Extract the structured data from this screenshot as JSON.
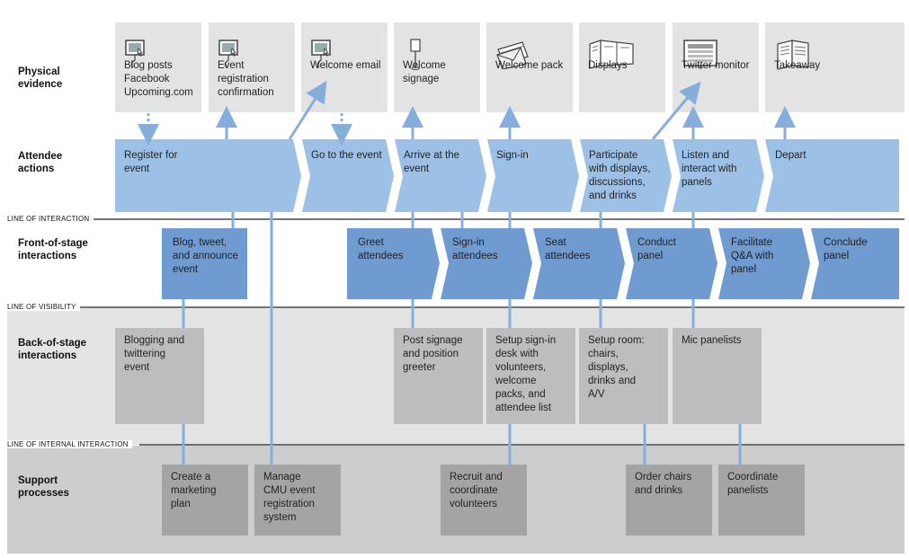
{
  "rows": {
    "physical": "Physical\nevidence",
    "attendee": "Attendee\nactions",
    "front": "Front-of-stage\ninteractions",
    "back": "Back-of-stage\ninteractions",
    "support": "Support\nprocesses"
  },
  "lines": {
    "interaction": "LINE OF INTERACTION",
    "visibility": "LINE OF VISIBILITY",
    "internal": "LINE OF INTERNAL INTERACTION"
  },
  "evidence": [
    {
      "label": "Blog posts\nFacebook\nUpcoming.com",
      "icon": "monitor-icon"
    },
    {
      "label": "Event\nregistration\nconfirmation",
      "icon": "monitor-icon"
    },
    {
      "label": "Welcome email",
      "icon": "monitor-icon"
    },
    {
      "label": "Welcome\nsignage",
      "icon": "signage-icon"
    },
    {
      "label": "Welcome pack",
      "icon": "envelope-icon"
    },
    {
      "label": "Displays",
      "icon": "display-panels-icon"
    },
    {
      "label": "Twitter monitor",
      "icon": "screen-icon"
    },
    {
      "label": "Takeaway",
      "icon": "booklet-icon"
    }
  ],
  "actions": [
    "Register for\nevent",
    "Go to the event",
    "Arrive at the\nevent",
    "Sign-in",
    "Participate\nwith displays,\ndiscussions,\nand drinks",
    "Listen and\ninteract with\npanels",
    "Depart"
  ],
  "front": [
    "Blog, tweet,\nand announce\nevent",
    "Greet\nattendees",
    "Sign-in\nattendees",
    "Seat\nattendees",
    "Conduct\npanel",
    "Facilitate\nQ&A with\npanel",
    "Conclude\npanel"
  ],
  "back": [
    "Blogging and\ntwittering\nevent",
    "Post signage\nand position\ngreeter",
    "Setup sign-in\ndesk with\nvolunteers,\nwelcome\npacks, and\nattendee list",
    "Setup room:\nchairs,\ndisplays,\ndrinks and\nA/V",
    "Mic panelists"
  ],
  "support": [
    "Create a\nmarketing\nplan",
    "Manage\nCMU event\nregistration\nsystem",
    "Recruit and\ncoordinate\nvolunteers",
    "Order chairs\nand drinks",
    "Coordinate\npanelists"
  ],
  "colors": {
    "action": "#9dc0e7",
    "front": "#6f9bd1",
    "arrow": "#86aedd",
    "back_band": "#e4e4e4",
    "support_band": "#cdcdcd"
  }
}
